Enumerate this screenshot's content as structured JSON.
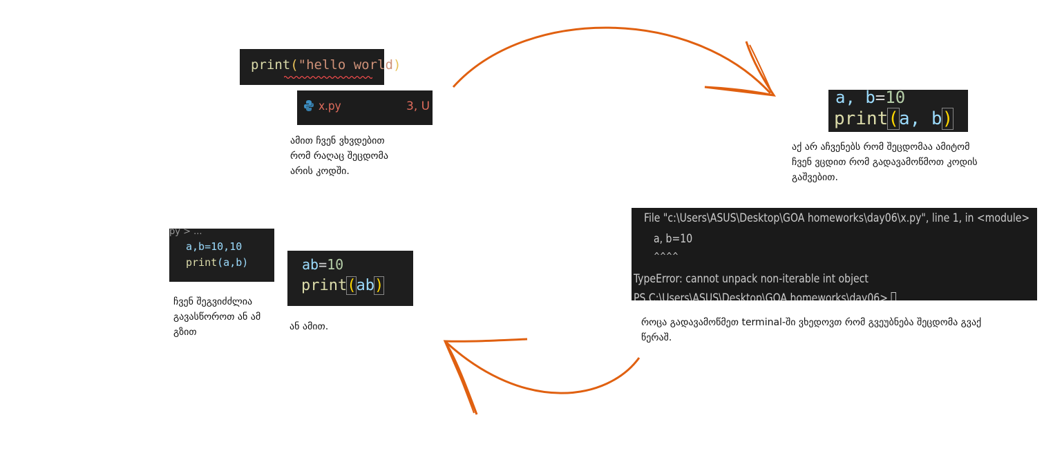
{
  "snippets": {
    "print_hello": {
      "func": "print",
      "open": "(",
      "string": "\"hello world",
      "close": ")"
    },
    "tab": {
      "filename": "x.py",
      "badge": "3, U"
    },
    "ab_print": {
      "line1_var": "a, b",
      "line1_eq": "=",
      "line1_num": "10",
      "line2_func": "print",
      "line2_open": "(",
      "line2_args": "a, b",
      "line2_close": ")"
    },
    "terminal": {
      "line1": "File \"c:\\Users\\ASUS\\Desktop\\GOA homeworks\\day06\\x.py\", line 1, in <module>",
      "line2": "a, b=10",
      "line3": "^^^^",
      "line4": "TypeError: cannot unpack non-iterable int object",
      "line5": "PS C:\\Users\\ASUS\\Desktop\\GOA homeworks\\day06> "
    },
    "fix1": {
      "breadcrumb": "py > ...",
      "line1": "a,b=10,10",
      "line2_func": "print",
      "line2_args": "(a,b)"
    },
    "fix2": {
      "line1_var": "ab",
      "line1_eq": "=",
      "line1_num": "10",
      "line2_func": "print",
      "line2_open": "(",
      "line2_arg": "ab",
      "line2_close": ")"
    }
  },
  "captions": {
    "squiggle_caption": [
      "ამით ჩვენ ვხვდებით",
      "რომ რაღაც შეცდომა",
      "არის კოდში."
    ],
    "top_right_caption": [
      "აქ არ აჩვენებს რომ შეცდომაა ამიტომ",
      "ჩვენ ვცდით რომ გადავამოწმოთ კოდის",
      "გაშვებით."
    ],
    "terminal_caption": [
      "როცა გადავამოწმეთ terminal-ში ვხედოვთ რომ გვეუბნება შეცდომა გვაქ",
      "წერაშ."
    ],
    "fix1_caption": [
      "ჩვენ შეგვიძძლია",
      "გავასწოროთ ან ამ",
      "გზით"
    ],
    "fix2_caption": [
      "ან ამით."
    ]
  },
  "colors": {
    "arrow": "#e06010",
    "editor_bg": "#1e1e1e",
    "error_red": "#e06c5c"
  }
}
